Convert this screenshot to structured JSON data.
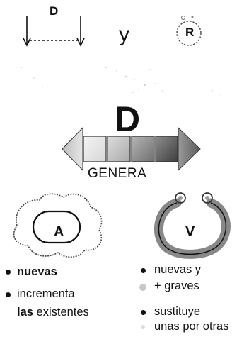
{
  "top": {
    "d_label": "D",
    "conjunction": "y",
    "r_label": "R"
  },
  "center": {
    "d_label": "D",
    "genera_label": "GENERA"
  },
  "cells": {
    "a_label": "A",
    "v_label": "V"
  },
  "left_list": {
    "item1": "nuevas",
    "item2_line1": "incrementa",
    "item2_line2_bold": "las",
    "item2_line2_rest": " existentes"
  },
  "right_list": {
    "item1_line1": "nuevas y",
    "item1_line2": "+ graves",
    "item2_line1": "sustituye",
    "item2_line2": "unas por otras"
  },
  "colors": {
    "ink": "#111111",
    "box_gradient_dark": "#555555",
    "box_gradient_light": "#f2f2f2",
    "arrow_fill": "#cccccc"
  }
}
